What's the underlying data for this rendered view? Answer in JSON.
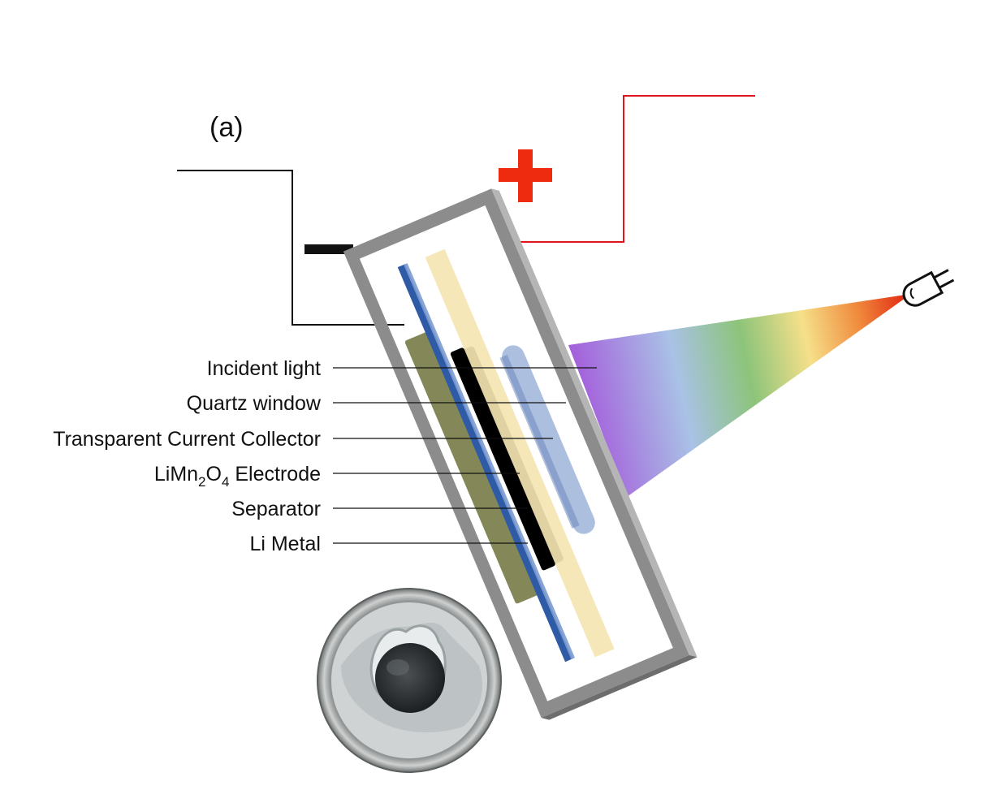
{
  "panel_label": "(a)",
  "terminals": {
    "negative": "−",
    "positive": "+",
    "negative_color": "#111111",
    "positive_color": "#ee2a0f",
    "positive_wire_color": "#e0141a"
  },
  "labels": [
    {
      "id": "incident-light",
      "text": "Incident light"
    },
    {
      "id": "quartz-window",
      "text": "Quartz window"
    },
    {
      "id": "transparent-current-collector",
      "text": "Transparent Current Collector"
    },
    {
      "id": "limn2o4-electrode",
      "parts": [
        "LiMn",
        "2",
        "O",
        "4",
        " Electrode"
      ]
    },
    {
      "id": "separator",
      "text": "Separator"
    },
    {
      "id": "li-metal",
      "text": "Li Metal"
    }
  ],
  "colors": {
    "cell_frame": "#8c8c8c",
    "li_metal": "#7d8250",
    "separator": "#2f5aa6",
    "electrode": "#000000",
    "current_collector": "#f6e7b8",
    "quartz_window": "#9fb4d8",
    "light_spectrum": [
      "#a45adb",
      "#a9c2e6",
      "#8cc47a",
      "#f6e08a",
      "#f08a3c",
      "#e02010"
    ]
  },
  "icons": {
    "light_source": "plug-lamp-icon",
    "photo": "coin-cell-photo"
  }
}
